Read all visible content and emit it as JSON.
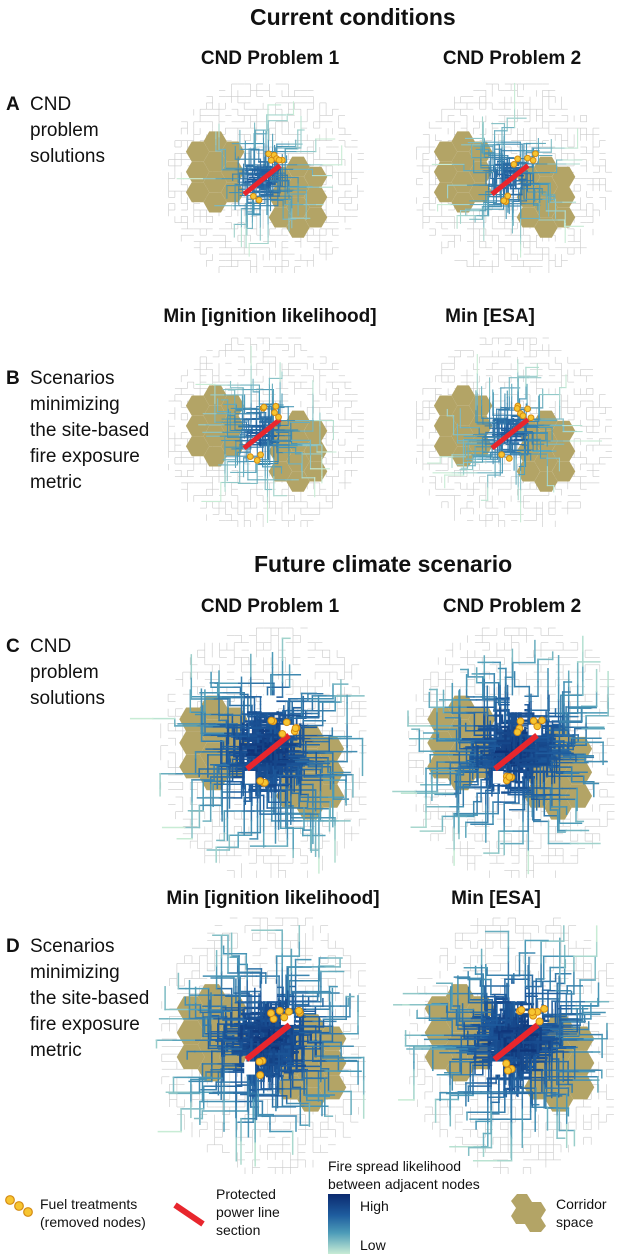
{
  "sections": {
    "current": "Current conditions",
    "future": "Future climate scenario"
  },
  "rows": {
    "A": {
      "letter": "A",
      "description": "CND\nproblem\nsolutions",
      "col1": "CND Problem 1",
      "col2": "CND Problem 2"
    },
    "B": {
      "letter": "B",
      "description": "Scenarios\nminimizing\nthe site-based\nfire exposure\nmetric",
      "col1": "Min [ignition likelihood]",
      "col2": "Min [ESA]"
    },
    "C": {
      "letter": "C",
      "description": "CND\nproblem\nsolutions",
      "col1": "CND Problem 1",
      "col2": "CND Problem 2"
    },
    "D": {
      "letter": "D",
      "description": "Scenarios\nminimizing\nthe site-based\nfire exposure\nmetric",
      "col1": "Min [ignition likelihood]",
      "col2": "Min [ESA]"
    }
  },
  "legend": {
    "fuel": "Fuel treatments\n(removed nodes)",
    "powerline": "Protected\npower line\nsection",
    "spread_title": "Fire spread likelihood\nbetween adjacent nodes",
    "high": "High",
    "low": "Low",
    "corridor": "Corridor\nspace"
  },
  "colors": {
    "corridor": "#b3a466",
    "powerline": "#e8262d",
    "node_fill": "#f7c531",
    "node_stroke": "#d48a12",
    "high": "#0b2a6f",
    "low": "#c8ecd5",
    "grid_gray": "#c8c8c8"
  }
}
